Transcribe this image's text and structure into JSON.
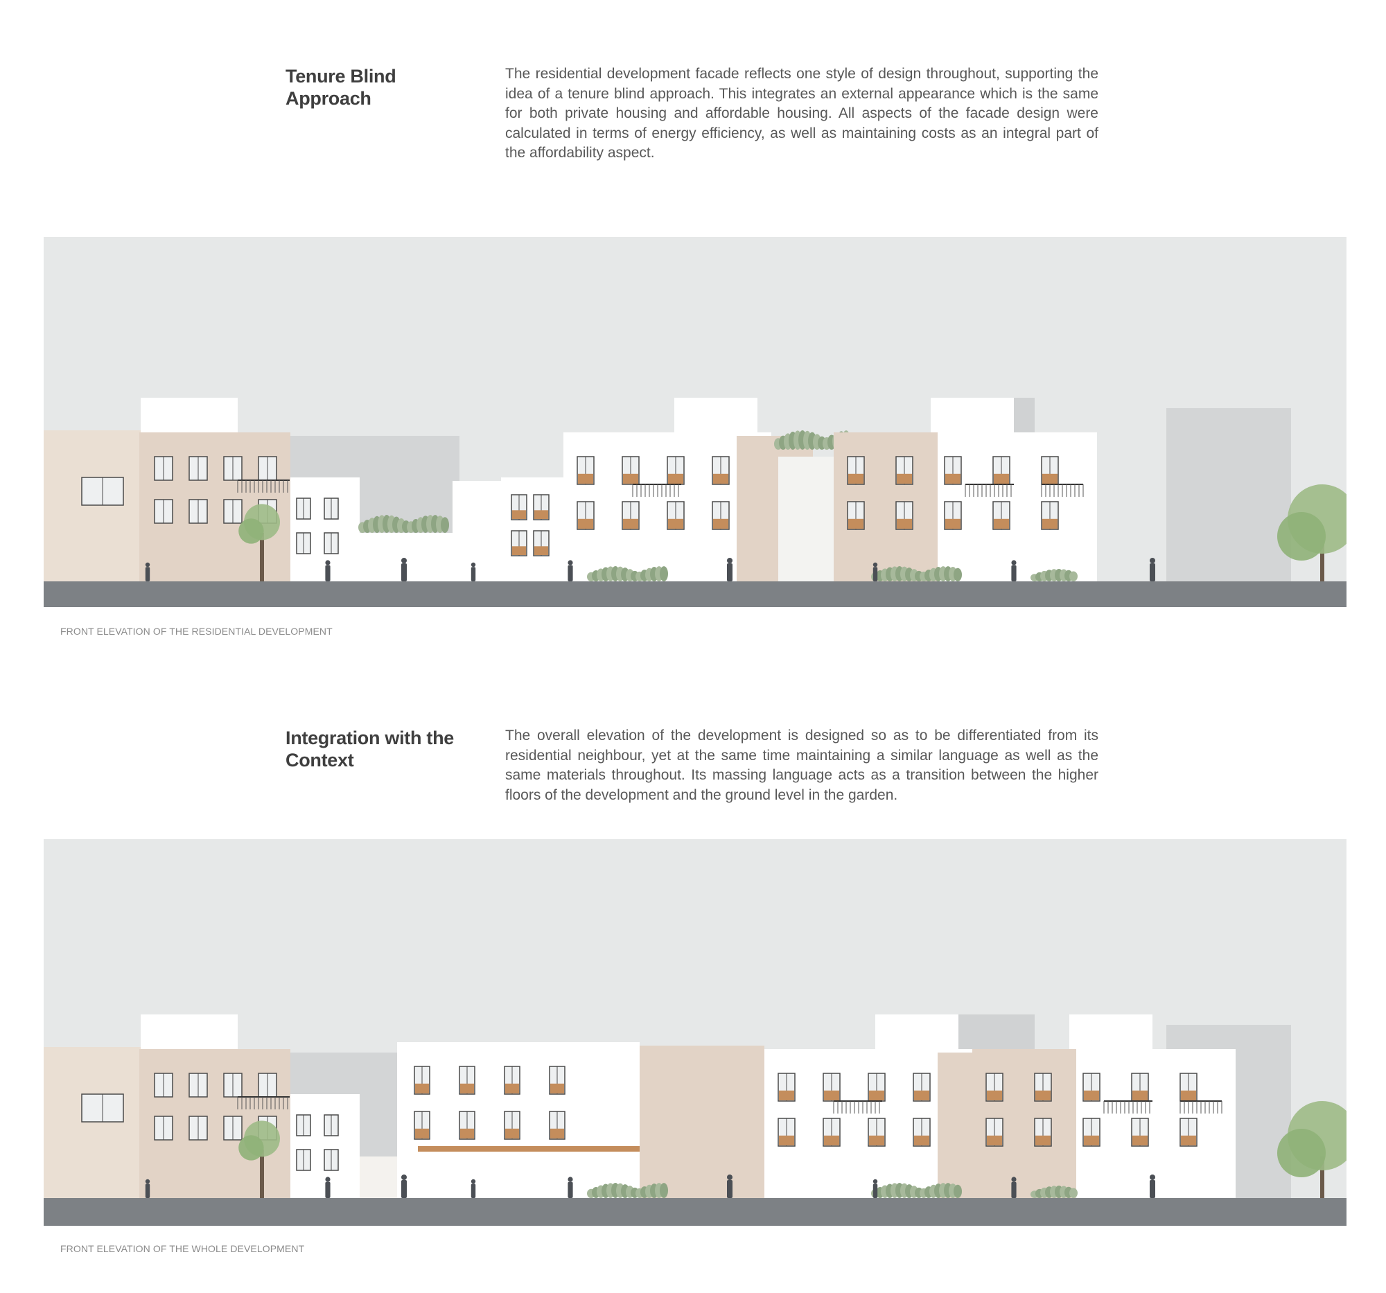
{
  "section1": {
    "title": "Tenure Blind Approach",
    "body": "The residential development facade reflects one style of design throughout, supporting the idea of a tenure blind approach. This integrates an external appearance which is the same for both private housing and affordable housing. All aspects of the facade design were calculated in terms of energy efficiency, as well as maintaining costs as an integral part of the affordability aspect.",
    "caption": "FRONT ELEVATION OF THE RESIDENTIAL DEVELOPMENT"
  },
  "section2": {
    "title": "Integration with the Context",
    "body": "The overall elevation of the development is designed so as to be differentiated from its residential neighbour, yet at the same time maintaining a similar language as well as the same materials throughout. Its massing language acts as a transition between the higher floors of the development and the ground level in the garden.",
    "caption": "FRONT ELEVATION OF THE WHOLE DEVELOPMENT"
  },
  "colors": {
    "sky": "#e6e8e8",
    "ground": "#7d8185",
    "stone": "#e2d3c6",
    "render": "#ffffff",
    "timber": "#c48d5c",
    "text": "#3f3f3f"
  }
}
